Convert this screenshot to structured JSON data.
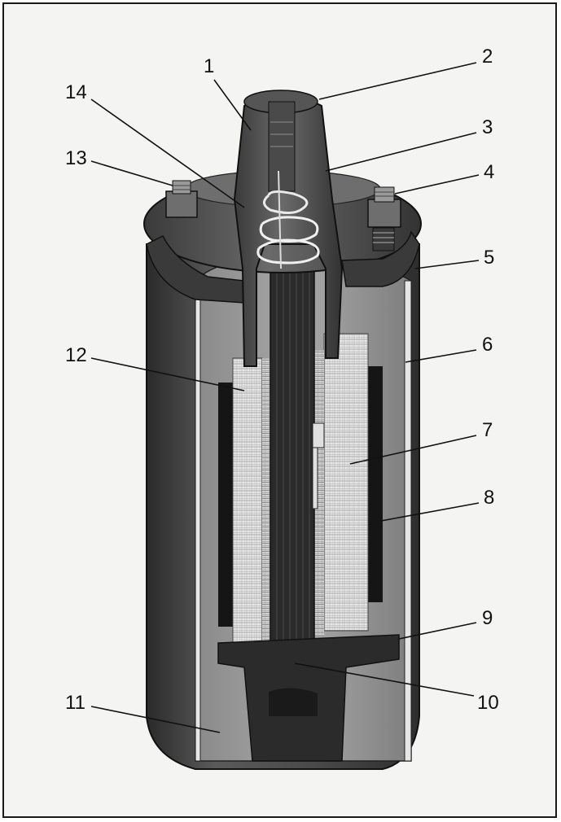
{
  "figure": {
    "callouts": [
      {
        "id": "1",
        "label": "1"
      },
      {
        "id": "2",
        "label": "2"
      },
      {
        "id": "3",
        "label": "3"
      },
      {
        "id": "4",
        "label": "4"
      },
      {
        "id": "5",
        "label": "5"
      },
      {
        "id": "6",
        "label": "6"
      },
      {
        "id": "7",
        "label": "7"
      },
      {
        "id": "8",
        "label": "8"
      },
      {
        "id": "9",
        "label": "9"
      },
      {
        "id": "10",
        "label": "10"
      },
      {
        "id": "11",
        "label": "11"
      },
      {
        "id": "12",
        "label": "12"
      },
      {
        "id": "13",
        "label": "13"
      },
      {
        "id": "14",
        "label": "14"
      }
    ]
  }
}
